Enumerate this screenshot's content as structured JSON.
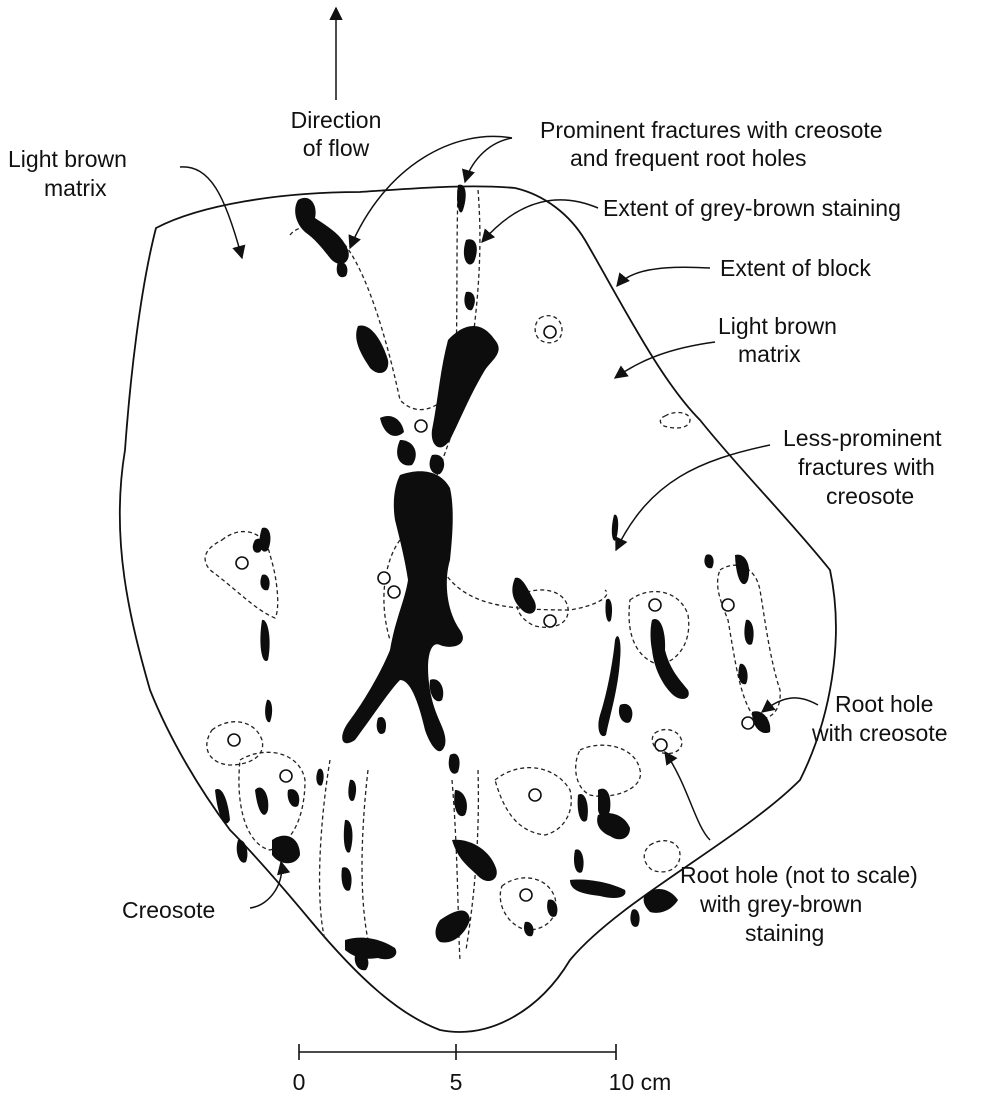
{
  "labels": {
    "direction_line1": "Direction",
    "direction_line2": "of flow",
    "light_brown_left_1": "Light brown",
    "light_brown_left_2": "matrix",
    "prominent_1": "Prominent fractures with creosote",
    "prominent_2": "and frequent root holes",
    "grey_brown_staining": "Extent of grey-brown staining",
    "extent_block": "Extent of block",
    "light_brown_right_1": "Light brown",
    "light_brown_right_2": "matrix",
    "less_prominent_1": "Less-prominent",
    "less_prominent_2": "fractures with",
    "less_prominent_3": "creosote",
    "root_hole_creosote_1": "Root hole",
    "root_hole_creosote_2": "with creosote",
    "root_hole_scale_1": "Root hole (not to scale)",
    "root_hole_scale_2": "with grey-brown",
    "root_hole_scale_3": "staining",
    "creosote": "Creosote"
  },
  "scale_bar": {
    "ticks": [
      "0",
      "5",
      "10 cm"
    ]
  },
  "colors": {
    "ink": "#111111",
    "creosote": "#0d0d0d",
    "background": "#ffffff"
  }
}
